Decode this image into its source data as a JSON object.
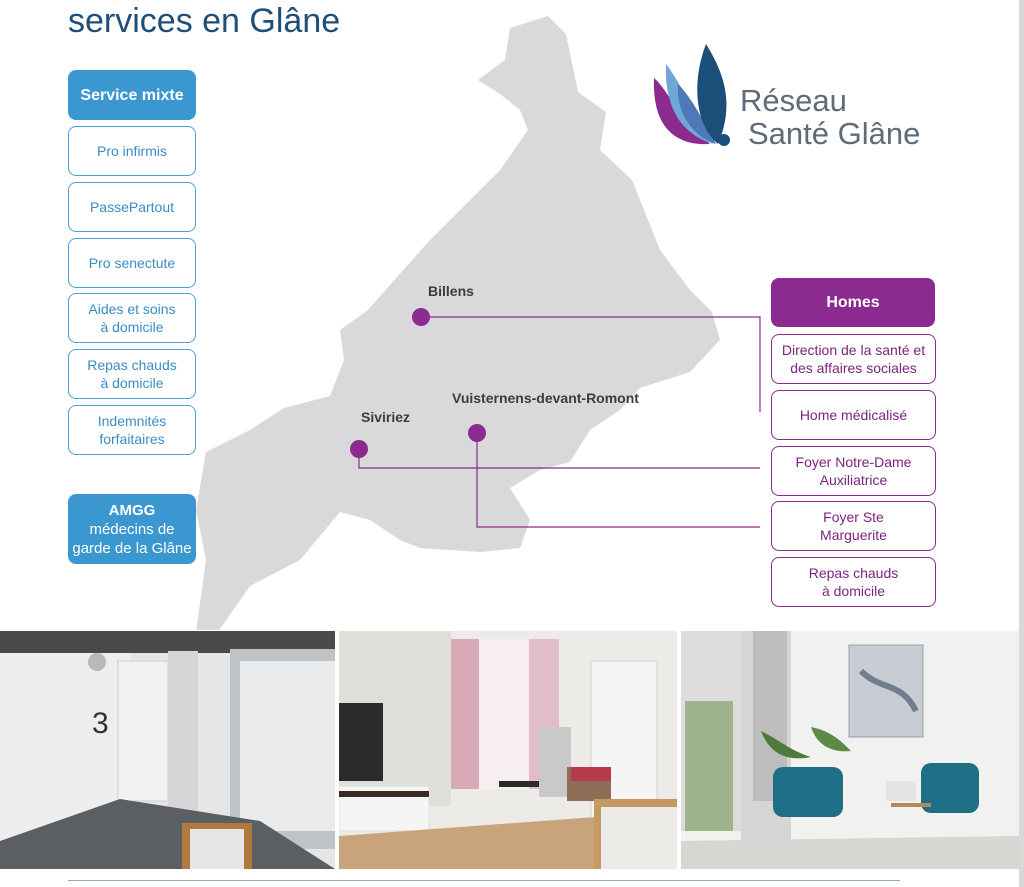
{
  "title": "services en Glâne",
  "logo": {
    "line1": "Réseau",
    "line2": "Santé Glâne",
    "colors": {
      "dark_blue": "#1b4f79",
      "mid_blue": "#4d79b6",
      "light_blue": "#6fa7d8",
      "purple": "#8b2a8f"
    }
  },
  "left_panel": {
    "header": "Service mixte",
    "items": [
      "Pro infirmis",
      "PassePartout",
      "Pro senectute",
      "Aides et soins\nà domicile",
      "Repas chauds\nà domicile",
      "Indemnités\nforfaitaires"
    ],
    "amgg": {
      "line1": "AMGG",
      "line2": "médecins de",
      "line3": "garde de la Glâne"
    }
  },
  "right_panel": {
    "header": "Homes",
    "items": [
      "Direction de la santé et\ndes affaires sociales",
      "Home médicalisé",
      "Foyer Notre-Dame\nAuxiliatrice",
      "Foyer Ste\nMarguerite",
      "Repas chauds\nà domicile"
    ]
  },
  "map": {
    "towns": [
      "Billens",
      "Vuisternens-devant-Romont",
      "Siviriez"
    ],
    "region_color": "#d9d9db",
    "marker_color": "#8b2a8f"
  },
  "photos": {
    "room_number": "3"
  }
}
